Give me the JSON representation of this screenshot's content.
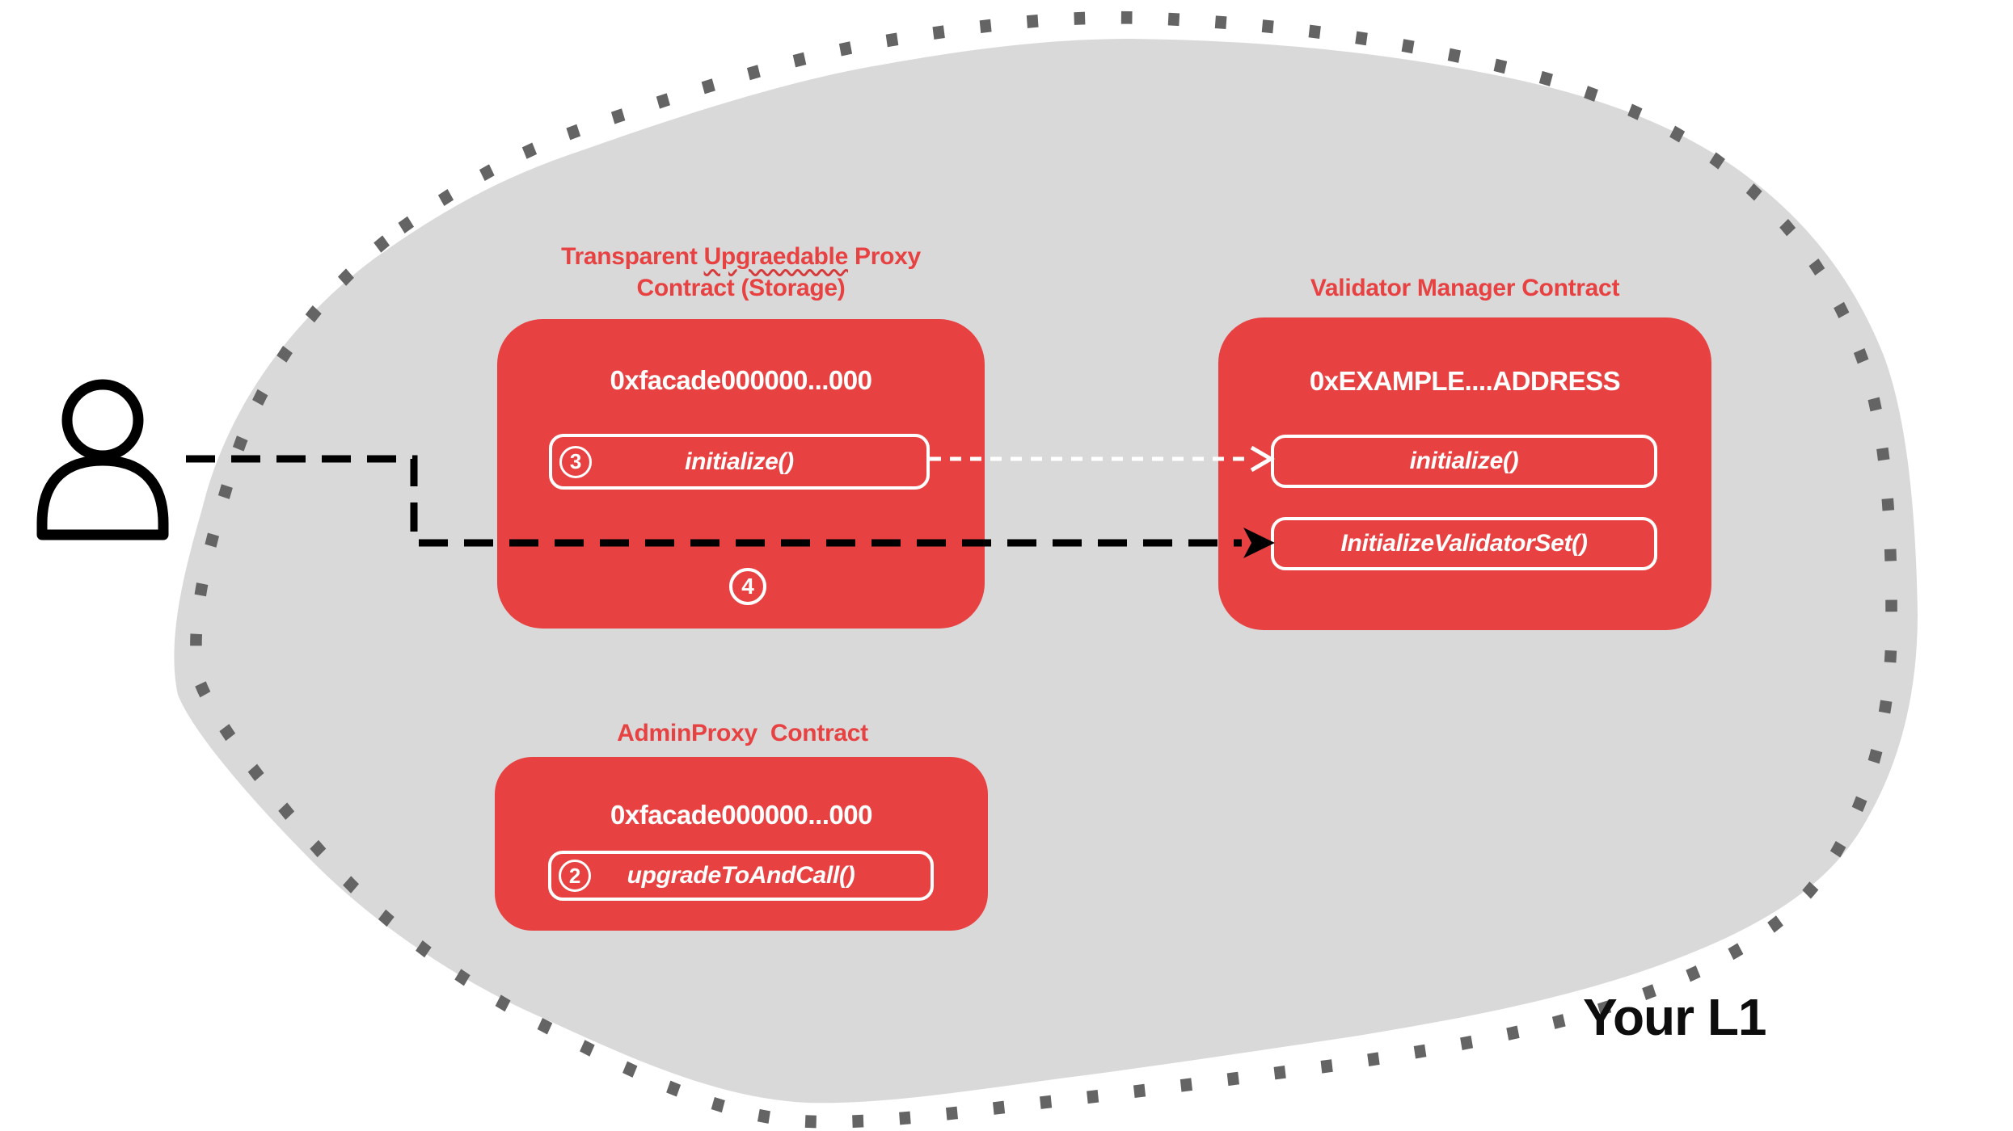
{
  "colors": {
    "red": "#e84142",
    "blob_fill": "#d9d9d9",
    "dot_border": "#646464",
    "arrow_black": "#000000",
    "arrow_white": "#ffffff"
  },
  "l1": {
    "label": "Your L1"
  },
  "actor": {
    "icon": "person-icon"
  },
  "proxy": {
    "title_pre": "Transparent ",
    "title_misspelled": "Upgraedable",
    "title_post": " Proxy",
    "title_line2": "Contract (Storage)",
    "address": "0xfacade000000...000",
    "step_initialize": "3",
    "fn_initialize": "initialize()",
    "step_forward": "4"
  },
  "validator": {
    "title": "Validator Manager Contract",
    "address": "0xEXAMPLE....ADDRESS",
    "fn_initialize": "initialize()",
    "fn_initialize_validator_set": "InitializeValidatorSet()"
  },
  "admin": {
    "title": "AdminProxy  Contract",
    "address": "0xfacade000000...000",
    "step_upgrade": "2",
    "fn_upgrade": "upgradeToAndCall()"
  }
}
